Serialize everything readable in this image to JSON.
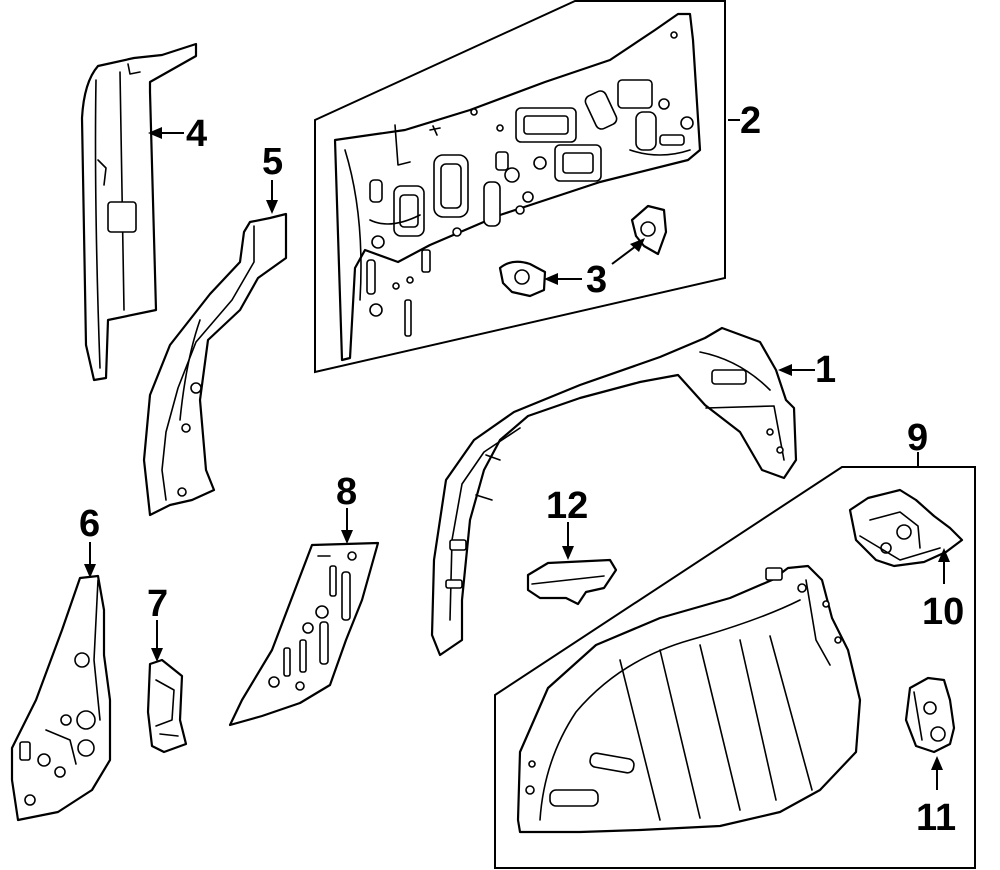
{
  "callouts": {
    "c1": "1",
    "c2": "2",
    "c3": "3",
    "c4": "4",
    "c5": "5",
    "c6": "6",
    "c7": "7",
    "c8": "8",
    "c9": "9",
    "c10": "10",
    "c11": "11",
    "c12": "12"
  }
}
